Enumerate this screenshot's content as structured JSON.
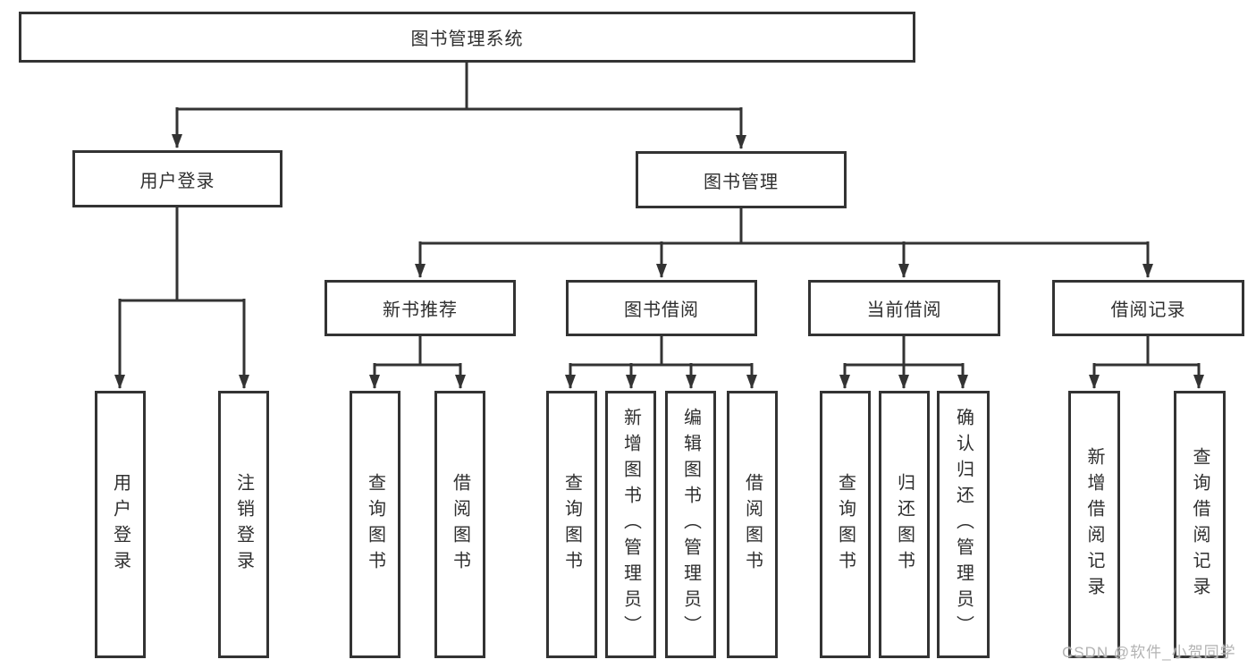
{
  "tree": {
    "root": {
      "label": "图书管理系统"
    },
    "branches": [
      {
        "label": "用户登录",
        "leaves": [
          {
            "label": "用户登录"
          },
          {
            "label": "注销登录"
          }
        ]
      },
      {
        "label": "图书管理",
        "groups": [
          {
            "label": "新书推荐",
            "leaves": [
              {
                "label": "查询图书"
              },
              {
                "label": "借阅图书"
              }
            ]
          },
          {
            "label": "图书借阅",
            "leaves": [
              {
                "label": "查询图书"
              },
              {
                "label": "新增图书（管理员）"
              },
              {
                "label": "编辑图书（管理员）"
              },
              {
                "label": "借阅图书"
              }
            ]
          },
          {
            "label": "当前借阅",
            "leaves": [
              {
                "label": "查询图书"
              },
              {
                "label": "归还图书"
              },
              {
                "label": "确认归还（管理员）"
              }
            ]
          },
          {
            "label": "借阅记录",
            "leaves": [
              {
                "label": "新增借阅记录"
              },
              {
                "label": "查询借阅记录"
              }
            ]
          }
        ]
      }
    ]
  },
  "watermark": {
    "text": "CSDN @软件_小贺同学"
  },
  "colors": {
    "line": "#333333",
    "box_border": "#333333",
    "text": "#2f2f2f",
    "background": "#ffffff",
    "watermark": "#b3b3b3"
  }
}
